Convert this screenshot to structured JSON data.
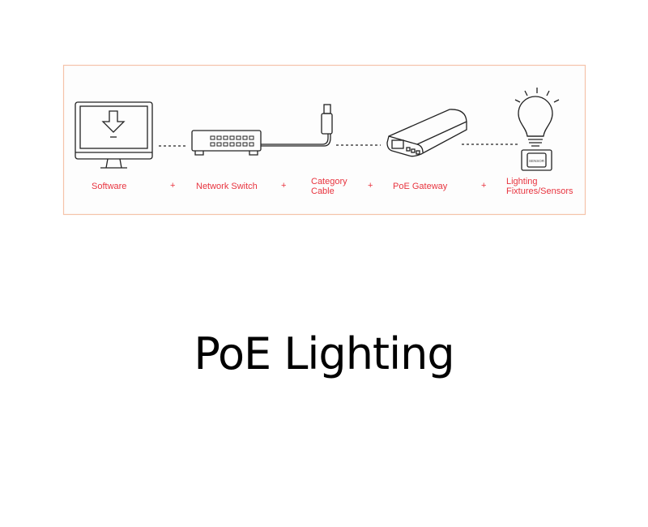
{
  "diagram": {
    "components": [
      {
        "label": "Software",
        "icon": "monitor-download-icon"
      },
      {
        "label": "Network Switch",
        "icon": "network-switch-icon"
      },
      {
        "label_line1": "Category",
        "label_line2": "Cable",
        "icon": "ethernet-cable-icon"
      },
      {
        "label": "PoE Gateway",
        "icon": "poe-gateway-icon"
      },
      {
        "label_line1": "Lighting",
        "label_line2": "Fixtures/Sensors",
        "icon": "light-bulb-sensor-icon"
      }
    ],
    "separator": "+",
    "sensor_text": "SENSOR",
    "colors": {
      "label": "#e8343f",
      "border": "#f5c3aa",
      "line": "#222222"
    }
  },
  "title": "PoE Lighting"
}
